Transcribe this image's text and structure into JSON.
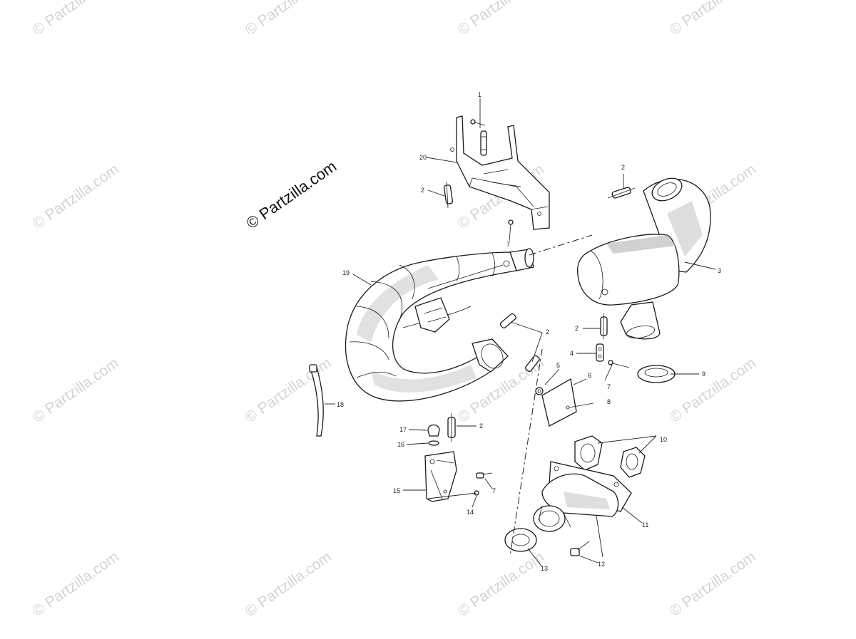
{
  "watermark": "© Partzilla.com",
  "brand": "© Partzilla.com",
  "callouts": {
    "c1": "1",
    "c2a": "2",
    "c2b": "2",
    "c2c": "2",
    "c2d": "2",
    "c2e": "2",
    "c3": "3",
    "c4": "4",
    "c5": "5",
    "c6": "6",
    "c7a": "7",
    "c7b": "7",
    "c7c": "7",
    "c8": "8",
    "c9": "9",
    "c10": "10",
    "c11": "11",
    "c12": "12",
    "c13": "13",
    "c14": "14",
    "c15": "15",
    "c16": "16",
    "c17": "17",
    "c18": "18",
    "c19": "19",
    "c20": "20"
  }
}
